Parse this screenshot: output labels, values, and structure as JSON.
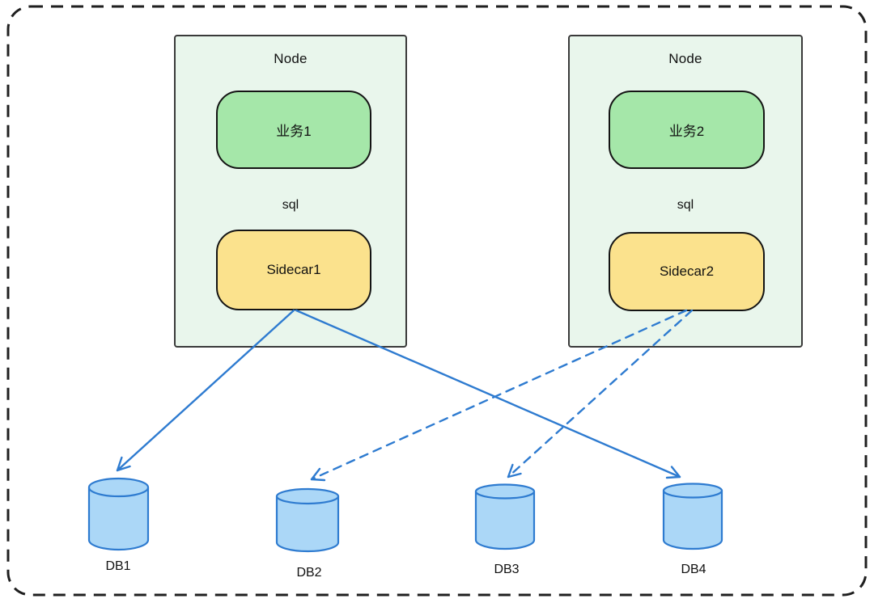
{
  "figure": {
    "type": "architecture-diagram",
    "nodes": [
      {
        "title": "Node",
        "service_label": "业务1",
        "query_label": "sql",
        "sidecar_label": "Sidecar1"
      },
      {
        "title": "Node",
        "service_label": "业务2",
        "query_label": "sql",
        "sidecar_label": "Sidecar2"
      }
    ],
    "databases": [
      {
        "label": "DB1"
      },
      {
        "label": "DB2"
      },
      {
        "label": "DB3"
      },
      {
        "label": "DB4"
      }
    ],
    "edges": [
      {
        "from": "Sidecar1",
        "to": "DB1",
        "style": "solid"
      },
      {
        "from": "Sidecar1",
        "to": "DB4",
        "style": "solid"
      },
      {
        "from": "Sidecar2",
        "to": "DB2",
        "style": "dashed"
      },
      {
        "from": "Sidecar2",
        "to": "DB3",
        "style": "dashed"
      }
    ],
    "colors": {
      "outer_border": "#1f1f1f",
      "node_fill": "#e9f6ec",
      "node_border": "#3a3a3a",
      "service_fill": "#a5e7a9",
      "sidecar_fill": "#fbe28d",
      "box_border": "#141414",
      "db_fill": "#abd7f7",
      "db_stroke": "#2e7bd0",
      "arrow": "#2e7bd0"
    }
  }
}
